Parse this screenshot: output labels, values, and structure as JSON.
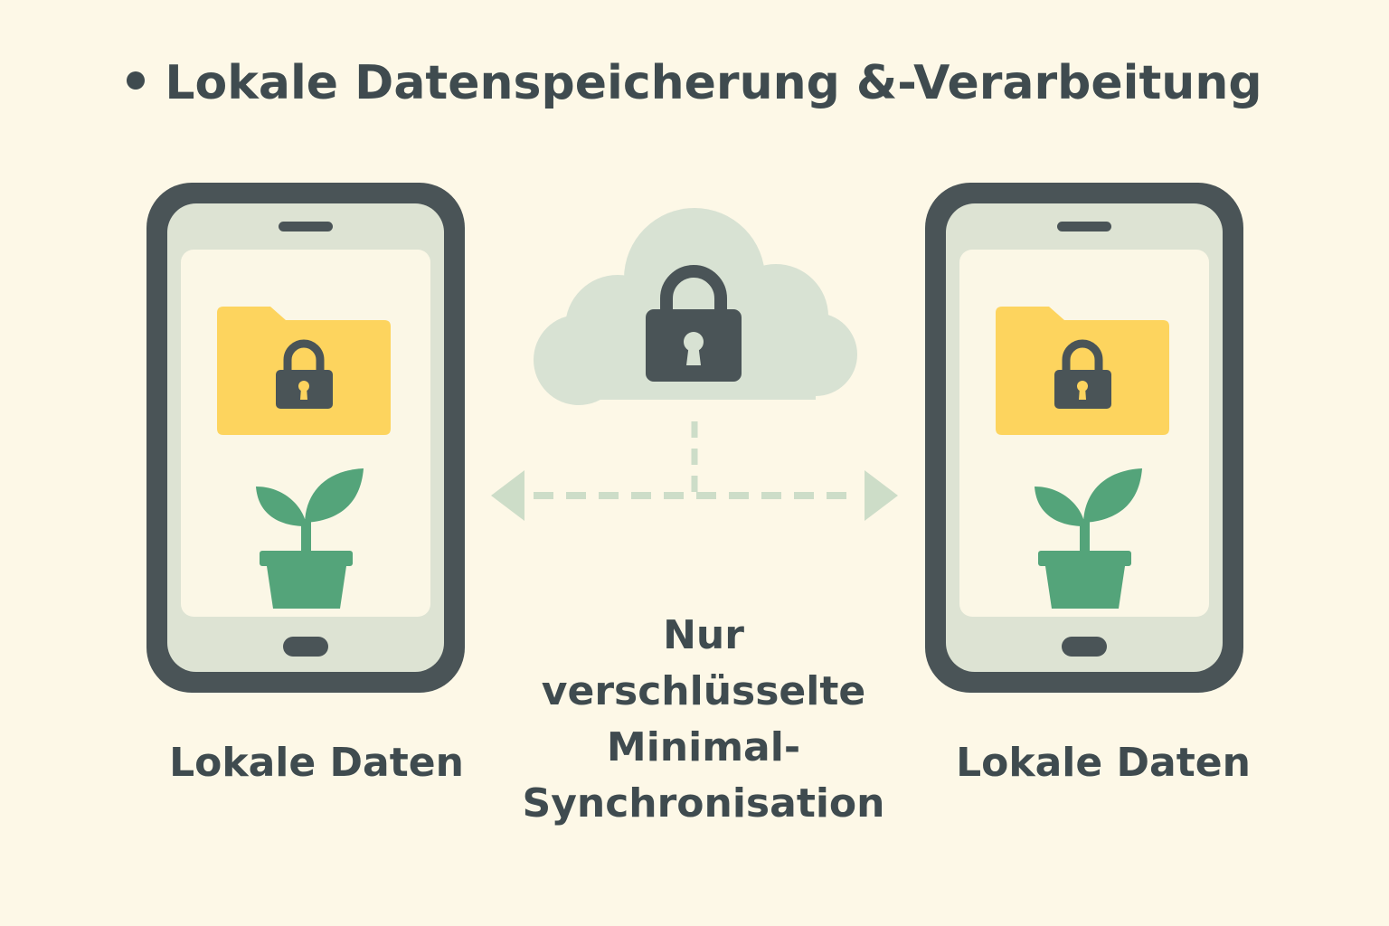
{
  "title": "Lokale Datenspeicherung &-Verarbeitung",
  "devices": [
    {
      "label": "Lokale Daten"
    },
    {
      "label": "Lokale Daten"
    }
  ],
  "sync": {
    "lines": [
      "Nur",
      "verschlüsselte",
      "Minimal-",
      "Synchronisation"
    ]
  },
  "icons": {
    "phone": "smartphone-icon",
    "folder": "locked-folder-icon",
    "plant": "potted-plant-icon",
    "cloud": "cloud-lock-icon",
    "arrow": "dashed-double-arrow"
  },
  "colors": {
    "background": "#fdf8e7",
    "dark": "#4a5457",
    "screen": "#dde3d3",
    "screen_inner": "#fbf7e6",
    "folder": "#fdd45e",
    "plant": "#54a47a",
    "cloud": "#d8e2d3",
    "arrow": "#cdddc8"
  }
}
